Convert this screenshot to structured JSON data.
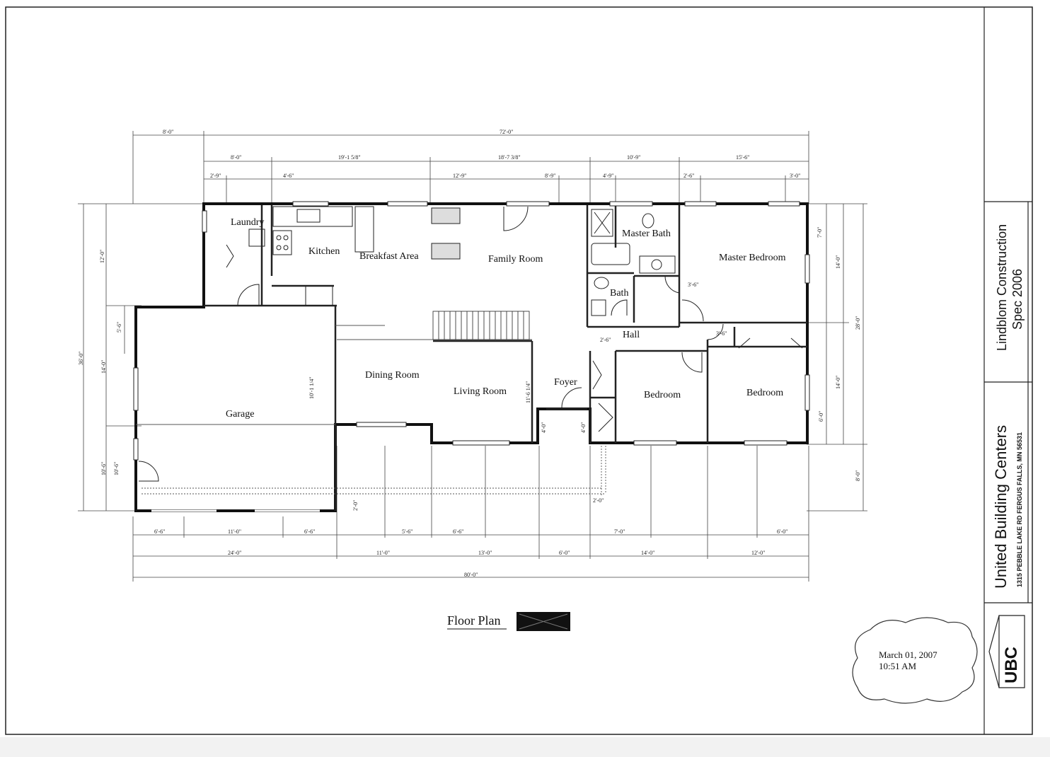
{
  "rooms": {
    "laundry": "Laundry",
    "kitchen": "Kitchen",
    "breakfast": "Breakfast Area",
    "family": "Family Room",
    "master_bath": "Master Bath",
    "master_bedroom": "Master Bedroom",
    "bath": "Bath",
    "hall": "Hall",
    "garage": "Garage",
    "dining": "Dining Room",
    "living": "Living Room",
    "foyer": "Foyer",
    "bedroom1": "Bedroom",
    "bedroom2": "Bedroom"
  },
  "dimensions": {
    "top_overall": "72'-0\"",
    "top_left": "8'-0\"",
    "top_row": [
      "8'-0\"",
      "19'-1 5/8\"",
      "18'-7 3/8\"",
      "10'-9\"",
      "15'-6\""
    ],
    "top_row3": [
      "2'-9\"",
      "4'-6\"",
      "12'-9\"",
      "8'-9\"",
      "4'-9\"",
      "2'-6\"",
      "3'-0\""
    ],
    "bottom_row1": [
      "6'-6\"",
      "11'-0\"",
      "6'-6\"",
      "5'-6\"",
      "6'-6\"",
      "7'-0\"",
      "6'-0\""
    ],
    "bottom_row2": [
      "24'-0\"",
      "11'-0\"",
      "13'-0\"",
      "6'-0\"",
      "14'-0\"",
      "12'-0\""
    ],
    "bottom_overall": "80'-0\"",
    "left": [
      "12'-0\"",
      "36'-0\"",
      "14'-0\"",
      "5'-6\"",
      "10'-6\"",
      "10'-6\""
    ],
    "right": [
      "7'-0\"",
      "14'-0\"",
      "28'-0\"",
      "14'-0\"",
      "6'-0\"",
      "8'-0\""
    ],
    "interior": [
      "10'-1 1/4\"",
      "11'-6 1/4\"",
      "3'-6\"",
      "3'-6\"",
      "2'-6\"",
      "2'-0\"",
      "2'-0\"",
      "4'-0\"",
      "4'-0\""
    ]
  },
  "plan": {
    "title": "Floor Plan"
  },
  "stamp": {
    "date": "March 01, 2007",
    "time": "10:51 AM"
  },
  "title_block": {
    "company": "United Building Centers",
    "address": "1315 PEBBLE LAKE RD  FERGUS FALLS, MN 56531",
    "project_line1": "Lindblom Construction",
    "project_line2": "Spec 2006",
    "logo": "UBC"
  }
}
